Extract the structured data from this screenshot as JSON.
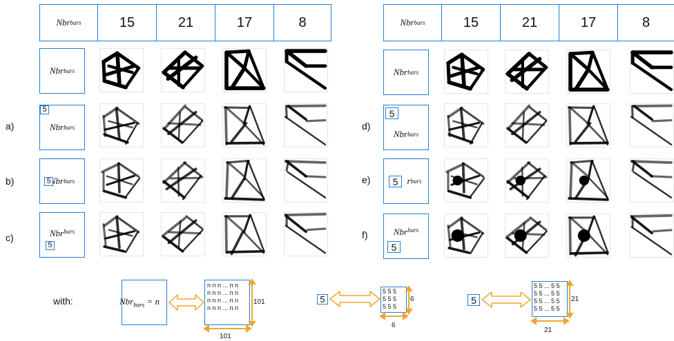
{
  "header": {
    "corner_label": "Nbr",
    "corner_sub": "bars",
    "columns": [
      "15",
      "21",
      "17",
      "8"
    ]
  },
  "rows_left": [
    {
      "label": "",
      "var": "Nbr",
      "sub": "bars",
      "token": ""
    },
    {
      "label": "a)",
      "var": "Nbr",
      "sub": "bars",
      "token": "5"
    },
    {
      "label": "b)",
      "var": "Nbr",
      "sub": "bars",
      "token": "5"
    },
    {
      "label": "c)",
      "var": "Nbr",
      "sub": "bars",
      "token": "5"
    }
  ],
  "rows_right": [
    {
      "label": "",
      "var": "Nbr",
      "sub": "bars",
      "token": ""
    },
    {
      "label": "d)",
      "var": "Nbr",
      "sub": "bars",
      "token": "5"
    },
    {
      "label": "e)",
      "var": "r",
      "sub": "bars",
      "token": "5"
    },
    {
      "label": "f)",
      "var": "Nbr",
      "sub": "bars",
      "token": "5"
    }
  ],
  "legend": {
    "with_label": "with:",
    "nbr_expr": "Nbr",
    "nbr_sub": "bars",
    "nbr_eq": " = n",
    "matrix_n": "n n n ... n n\nn n n ... n n\nn n n ... n n\nn n n ... n n",
    "dim_n_vertical": "101",
    "dim_n_horizontal": "101",
    "token_5a": "5",
    "matrix_5small": "5 5 5\n5 5 5\n5 5 5",
    "dim_5small_vertical": "6",
    "dim_5small_horizontal": "6",
    "token_5b": "5",
    "matrix_5large": "5 5 ... 5 5\n5 5 ... 5 5\n5 5 ... 5 5\n5 5 ... 5 5",
    "dim_5large_vertical": "21",
    "dim_5large_horizontal": "21"
  },
  "colors": {
    "box_border": "#1e7fd6",
    "arrow": "#f0a531",
    "structure": "#000000"
  }
}
